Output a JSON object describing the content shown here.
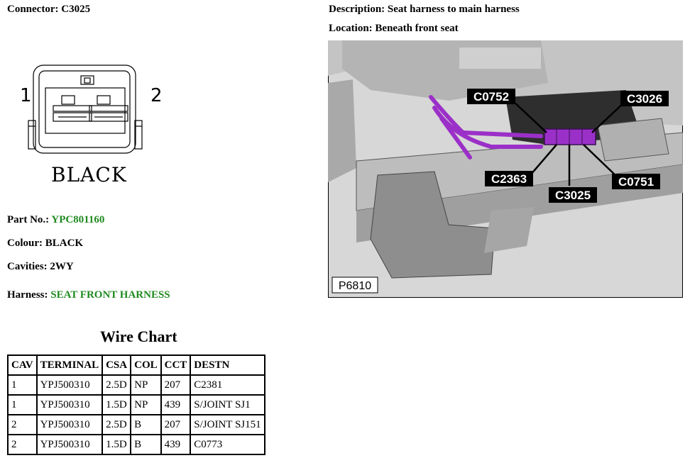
{
  "header": {
    "connector_label": "Connector:",
    "connector_value": "C3025",
    "description_label": "Description:",
    "description_value": "Seat harness to main harness",
    "location_label": "Location:",
    "location_value": "Beneath front seat"
  },
  "diagram": {
    "pin1": "1",
    "pin2": "2",
    "color_text": "BLACK"
  },
  "details": {
    "part_label": "Part No.:",
    "part_value": "YPC801160",
    "colour_label": "Colour:",
    "colour_value": "BLACK",
    "cavities_label": "Cavities:",
    "cavities_value": "2WY",
    "harness_label": "Harness:",
    "harness_value": "SEAT FRONT HARNESS"
  },
  "photo": {
    "callouts": [
      "C0752",
      "C3026",
      "C2363",
      "C0751",
      "C3025"
    ],
    "figure_id": "P6810"
  },
  "wire_chart": {
    "title": "Wire Chart",
    "headers": [
      "CAV",
      "TERMINAL",
      "CSA",
      "COL",
      "CCT",
      "DESTN"
    ],
    "rows": [
      [
        "1",
        "YPJ500310",
        "2.5D",
        "NP",
        "207",
        "C2381"
      ],
      [
        "1",
        "YPJ500310",
        "1.5D",
        "NP",
        "439",
        "S/JOINT SJ1"
      ],
      [
        "2",
        "YPJ500310",
        "2.5D",
        "B",
        "207",
        "S/JOINT SJ151"
      ],
      [
        "2",
        "YPJ500310",
        "1.5D",
        "B",
        "439",
        "C0773"
      ]
    ]
  },
  "colors": {
    "accent_green": "#1f8a1f",
    "connector_highlight": "#9b30c8"
  }
}
